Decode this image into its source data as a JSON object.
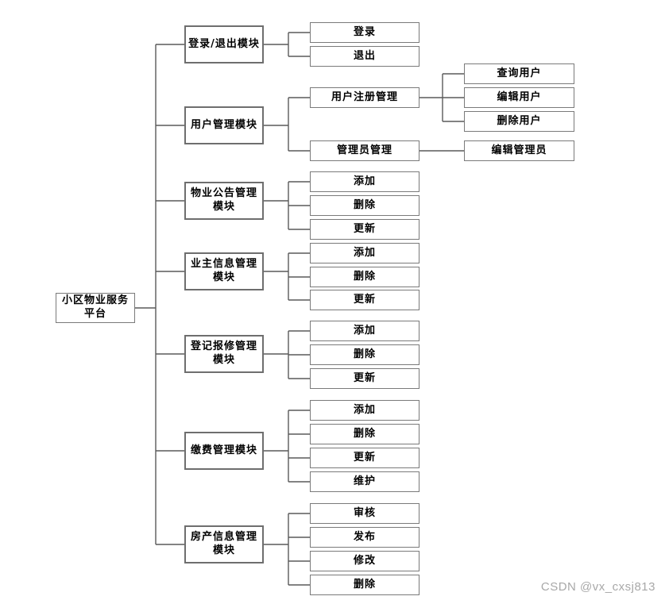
{
  "diagram": {
    "root": {
      "label": "小区物业服务平台"
    },
    "modules": [
      {
        "label": "登录/退出模块",
        "children": [
          {
            "label": "登录"
          },
          {
            "label": "退出"
          }
        ]
      },
      {
        "label": "用户管理模块",
        "children": [
          {
            "label": "用户注册管理",
            "children": [
              {
                "label": "查询用户"
              },
              {
                "label": "编辑用户"
              },
              {
                "label": "删除用户"
              }
            ]
          },
          {
            "label": "管理员管理",
            "children": [
              {
                "label": "编辑管理员"
              }
            ]
          }
        ]
      },
      {
        "label": "物业公告管理模块",
        "children": [
          {
            "label": "添加"
          },
          {
            "label": "删除"
          },
          {
            "label": "更新"
          }
        ]
      },
      {
        "label": "业主信息管理模块",
        "children": [
          {
            "label": "添加"
          },
          {
            "label": "删除"
          },
          {
            "label": "更新"
          }
        ]
      },
      {
        "label": "登记报修管理模块",
        "children": [
          {
            "label": "添加"
          },
          {
            "label": "删除"
          },
          {
            "label": "更新"
          }
        ]
      },
      {
        "label": "缴费管理模块",
        "children": [
          {
            "label": "添加"
          },
          {
            "label": "删除"
          },
          {
            "label": "更新"
          },
          {
            "label": "维护"
          }
        ]
      },
      {
        "label": "房产信息管理模块",
        "children": [
          {
            "label": "审核"
          },
          {
            "label": "发布"
          },
          {
            "label": "修改"
          },
          {
            "label": "删除"
          }
        ]
      }
    ]
  },
  "watermark": {
    "text": "CSDN @vx_cxsj813"
  },
  "colors": {
    "background": "#ffffff",
    "box_border": "#7a7a7a",
    "module_border": "#6e6e6e",
    "connector": "#5a5a5a",
    "text": "#000000",
    "watermark": "#a8a8a8"
  }
}
